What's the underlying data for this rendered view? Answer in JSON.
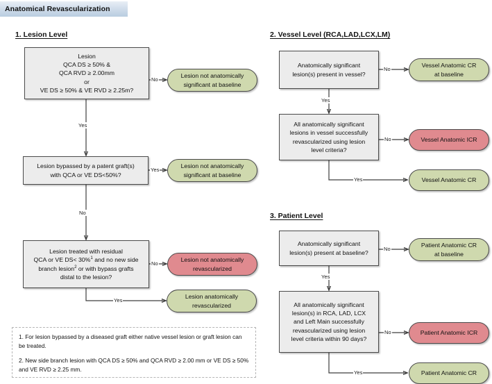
{
  "title": "Anatomical Revascularization",
  "sections": [
    {
      "id": "lesion",
      "label": "1. Lesion Level"
    },
    {
      "id": "vessel",
      "label": "2. Vessel Level (RCA,LAD,LCX,LM)"
    },
    {
      "id": "patient",
      "label": "3. Patient Level"
    }
  ],
  "colors": {
    "banner_top": "#e8eef6",
    "banner_bottom": "#b9cde0",
    "process_fill": "#ececec",
    "process_border": "#4a4a4a",
    "terminator_green": "#cfd9ae",
    "terminator_red": "#e08a8f",
    "connector": "#3d3d3d",
    "footnote_border": "#b5b5b5"
  },
  "lesion_level": {
    "decision1": {
      "line1": "Lesion",
      "line2": "QCA DS ≥ 50% &",
      "line3": "QCA RVD ≥ 2.00mm",
      "line4": "or",
      "line5": "VE DS ≥ 50% & VE RVD ≥ 2.25m?"
    },
    "decision1_no_label": "No",
    "decision1_no_target": {
      "line1": "Lesion not anatomically",
      "line2": "significant at baseline"
    },
    "decision1_yes_label": "Yes",
    "decision2": {
      "line1": "Lesion bypassed by a patent graft(s)",
      "line2": "with QCA or VE DS<50%?"
    },
    "decision2_yes_label": "Yes",
    "decision2_yes_target": {
      "line1": "Lesion not anatomically",
      "line2": "significant at baseline"
    },
    "decision2_no_label": "No",
    "decision3": {
      "line1": "Lesion treated with residual",
      "line2a": "QCA or VE DS< 30%",
      "line2sup": "1",
      "line2b": " and no new side",
      "line3a": "branch lesion",
      "line3sup": "2",
      "line3b": " or with bypass grafts",
      "line4": "distal to the lesion?"
    },
    "decision3_no_label": "No",
    "decision3_no_target": {
      "line1": "Lesion not anatomically",
      "line2": "revascularized"
    },
    "decision3_yes_label": "Yes",
    "decision3_yes_target": {
      "line1": "Lesion anatomically",
      "line2": "revascularized"
    }
  },
  "vessel_level": {
    "decision1": {
      "line1": "Anatomically significant",
      "line2": "lesion(s) present in vessel?"
    },
    "decision1_no_label": "No",
    "decision1_no_target": {
      "line1": "Vessel Anatomic CR",
      "line2": "at baseline"
    },
    "decision1_yes_label": "Yes",
    "decision2": {
      "line1": "All anatomically significant",
      "line2": "lesions in vessel successfully",
      "line3": "revascularized using lesion",
      "line4": "level criteria?"
    },
    "decision2_no_label": "No",
    "decision2_no_target": {
      "line1": "Vessel Anatomic ICR"
    },
    "decision2_yes_label": "Yes",
    "decision2_yes_target": {
      "line1": "Vessel Anatomic CR"
    }
  },
  "patient_level": {
    "decision1": {
      "line1": "Anatomically significant",
      "line2": "lesion(s) present at baseline?"
    },
    "decision1_no_label": "No",
    "decision1_no_target": {
      "line1": "Patient Anatomic CR",
      "line2": "at baseline"
    },
    "decision1_yes_label": "Yes",
    "decision2": {
      "line1": "All anatomically significant",
      "line2": "lesion(s) in RCA, LAD, LCX",
      "line3": "and Left Main successfully",
      "line4": "revascularized using lesion",
      "line5": "level criteria within 90 days?"
    },
    "decision2_no_label": "No",
    "decision2_no_target": {
      "line1": "Patient Anatomic ICR"
    },
    "decision2_yes_label": "Yes",
    "decision2_yes_target": {
      "line1": "Patient Anatomic CR"
    }
  },
  "footnotes": {
    "note1": "1. For lesion bypassed by a  diseased graft either native vessel lesion or graft lesion can  be treated.",
    "note2": "2. New side branch lesion with QCA DS ≥ 50% and QCA RVD ≥ 2.00 mm or VE DS ≥ 50% and VE RVD ≥ 2.25 mm."
  }
}
